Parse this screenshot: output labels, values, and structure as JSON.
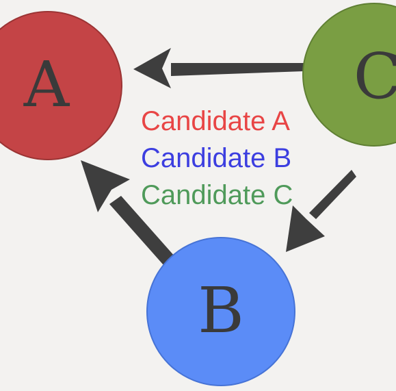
{
  "nodes": {
    "a": {
      "letter": "A",
      "color": "#c44446"
    },
    "b": {
      "letter": "B",
      "color": "#5b8cf7"
    },
    "c": {
      "letter": "C",
      "color": "#7a9e43"
    }
  },
  "legend": {
    "items": [
      {
        "label": "Candidate A",
        "color": "#e84545"
      },
      {
        "label": "Candidate B",
        "color": "#3c3ee0"
      },
      {
        "label": "Candidate C",
        "color": "#4f9a5a"
      }
    ]
  },
  "arrow_color": "#3e3e3e"
}
